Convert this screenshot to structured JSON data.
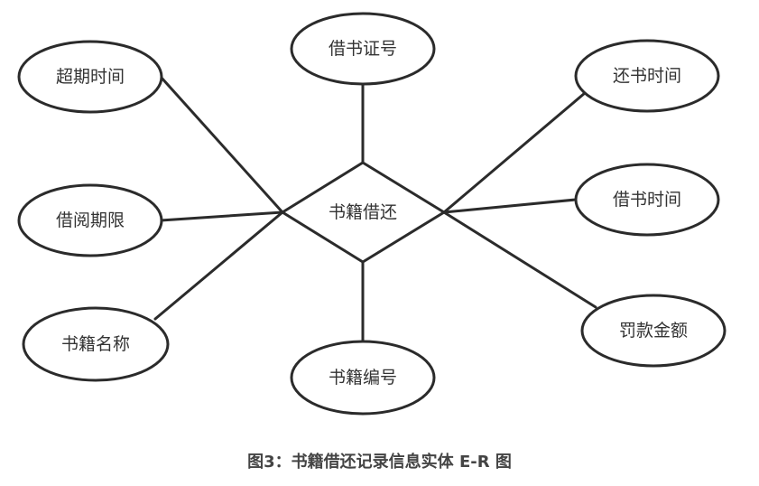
{
  "diagram": {
    "relationship": {
      "label": "书籍借还"
    },
    "attributes": [
      {
        "id": "borrow-card-no",
        "label": "借书证号"
      },
      {
        "id": "overdue-time",
        "label": "超期时间"
      },
      {
        "id": "return-time",
        "label": "还书时间"
      },
      {
        "id": "borrow-period",
        "label": "借阅期限"
      },
      {
        "id": "borrow-time",
        "label": "借书时间"
      },
      {
        "id": "book-name",
        "label": "书籍名称"
      },
      {
        "id": "fine-amount",
        "label": "罚款金额"
      },
      {
        "id": "book-no",
        "label": "书籍编号"
      }
    ]
  },
  "caption": "图3：书籍借还记录信息实体 E-R 图"
}
